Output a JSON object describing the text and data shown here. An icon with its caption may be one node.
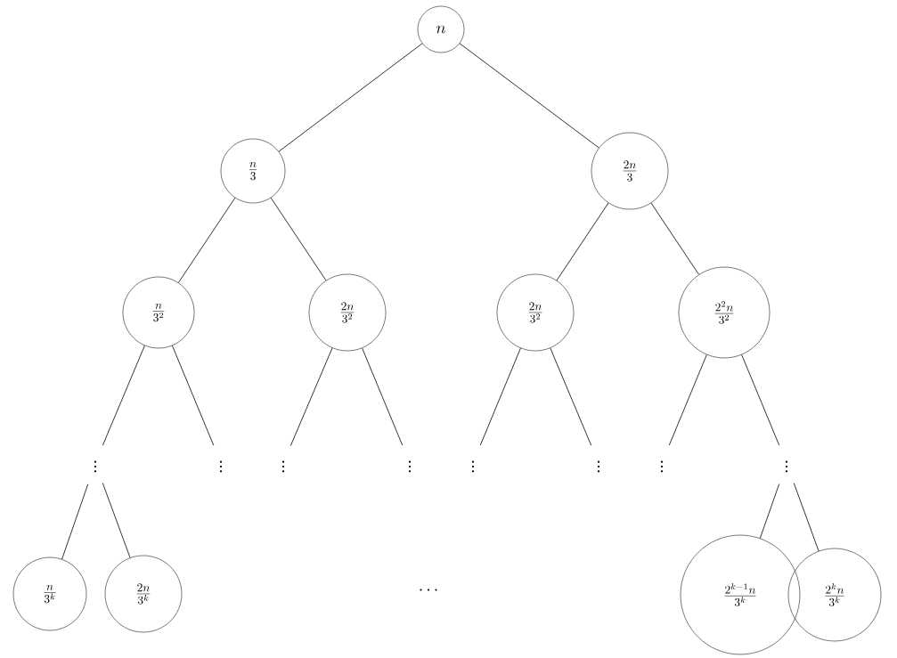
{
  "diagram": {
    "nodes": [
      {
        "text": [
          "n"
        ]
      },
      {
        "text": [
          "\\frac{n}{3}"
        ]
      },
      {
        "text": [
          "\\frac{2n}{3}"
        ]
      },
      {
        "text": [
          "\\frac{n}{3^2}"
        ]
      },
      {
        "text": [
          "\\frac{2n}{3^2}"
        ]
      },
      {
        "text": [
          "\\frac{2n}{3^2}"
        ]
      },
      {
        "text": [
          "\\frac{2^2n}{3^2}"
        ]
      },
      {
        "text": [
          "\\vdots"
        ]
      },
      {
        "text": [
          "\\vdots"
        ]
      },
      {
        "text": [
          "\\vdots"
        ]
      },
      {
        "text": [
          "\\vdots"
        ]
      },
      {
        "text": [
          "\\vdots"
        ]
      },
      {
        "text": [
          "\\vdots"
        ]
      },
      {
        "text": [
          "\\vdots"
        ]
      },
      {
        "text": [
          "\\vdots"
        ]
      },
      {
        "text": [
          "\\frac{n}{3^k}"
        ]
      },
      {
        "text": [
          "\\frac{2n}{3^k}"
        ]
      },
      {
        "text": [
          "\\frac{2^{k-1}n}{3^k}"
        ]
      },
      {
        "text": [
          "\\frac{2^kn}{3^k}"
        ]
      }
    ],
    "edges": [
      {
        "from": 0,
        "to": 1,
        "arrow": "none"
      },
      {
        "from": 0,
        "to": 2,
        "arrow": "none"
      },
      {
        "from": 1,
        "to": 3,
        "arrow": "none"
      },
      {
        "from": 1,
        "to": 4,
        "arrow": "none"
      },
      {
        "from": 2,
        "to": 5,
        "arrow": "none"
      },
      {
        "from": 2,
        "to": 6,
        "arrow": "none"
      },
      {
        "from": 3,
        "to": 7,
        "arrow": "none"
      },
      {
        "from": 3,
        "to": 8,
        "arrow": "none"
      },
      {
        "from": 4,
        "to": 9,
        "arrow": "none"
      },
      {
        "from": 4,
        "to": 10,
        "arrow": "none"
      },
      {
        "from": 5,
        "to": 11,
        "arrow": "none"
      },
      {
        "from": 5,
        "to": 12,
        "arrow": "none"
      },
      {
        "from": 6,
        "to": 13,
        "arrow": "none"
      },
      {
        "from": 6,
        "to": 14,
        "arrow": "none"
      },
      {
        "from": 7,
        "to": 15,
        "arrow": "none"
      },
      {
        "from": 7,
        "to": 16,
        "arrow": "none"
      },
      {
        "from": 14,
        "to": 17,
        "arrow": "none"
      },
      {
        "from": 14,
        "to": 18,
        "arrow": "none"
      }
    ],
    "labels": [
      "\\cdots"
    ]
  }
}
